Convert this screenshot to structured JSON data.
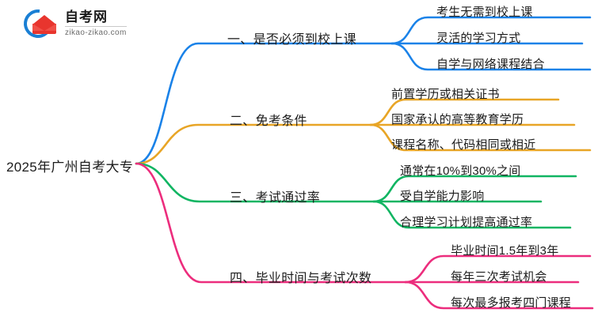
{
  "logo": {
    "name": "自考网",
    "domain": "zikao-zikao.com",
    "arc_color": "#1a7fd4",
    "cap_color": "#e8352e"
  },
  "mindmap": {
    "root": {
      "label": "2025年广州自考大专"
    },
    "branches": [
      {
        "label": "一、是否必须到校上课",
        "color": "#1a82e8",
        "children": [
          {
            "label": "考生无需到校上课"
          },
          {
            "label": "灵活的学习方式"
          },
          {
            "label": "自学与网络课程结合"
          }
        ]
      },
      {
        "label": "二、免考条件",
        "color": "#e8a526",
        "children": [
          {
            "label": "前置学历或相关证书"
          },
          {
            "label": "国家承认的高等教育学历"
          },
          {
            "label": "课程名称、代码相同或相近"
          }
        ]
      },
      {
        "label": "三、考试通过率",
        "color": "#10b562",
        "children": [
          {
            "label": "通常在10%到30%之间"
          },
          {
            "label": "受自学能力影响"
          },
          {
            "label": "合理学习计划提高通过率"
          }
        ]
      },
      {
        "label": "四、毕业时间与考试次数",
        "color": "#ec2d7d",
        "children": [
          {
            "label": "毕业时间1.5年到3年"
          },
          {
            "label": "每年三次考试机会"
          },
          {
            "label": "每次最多报考四门课程"
          }
        ]
      }
    ]
  }
}
